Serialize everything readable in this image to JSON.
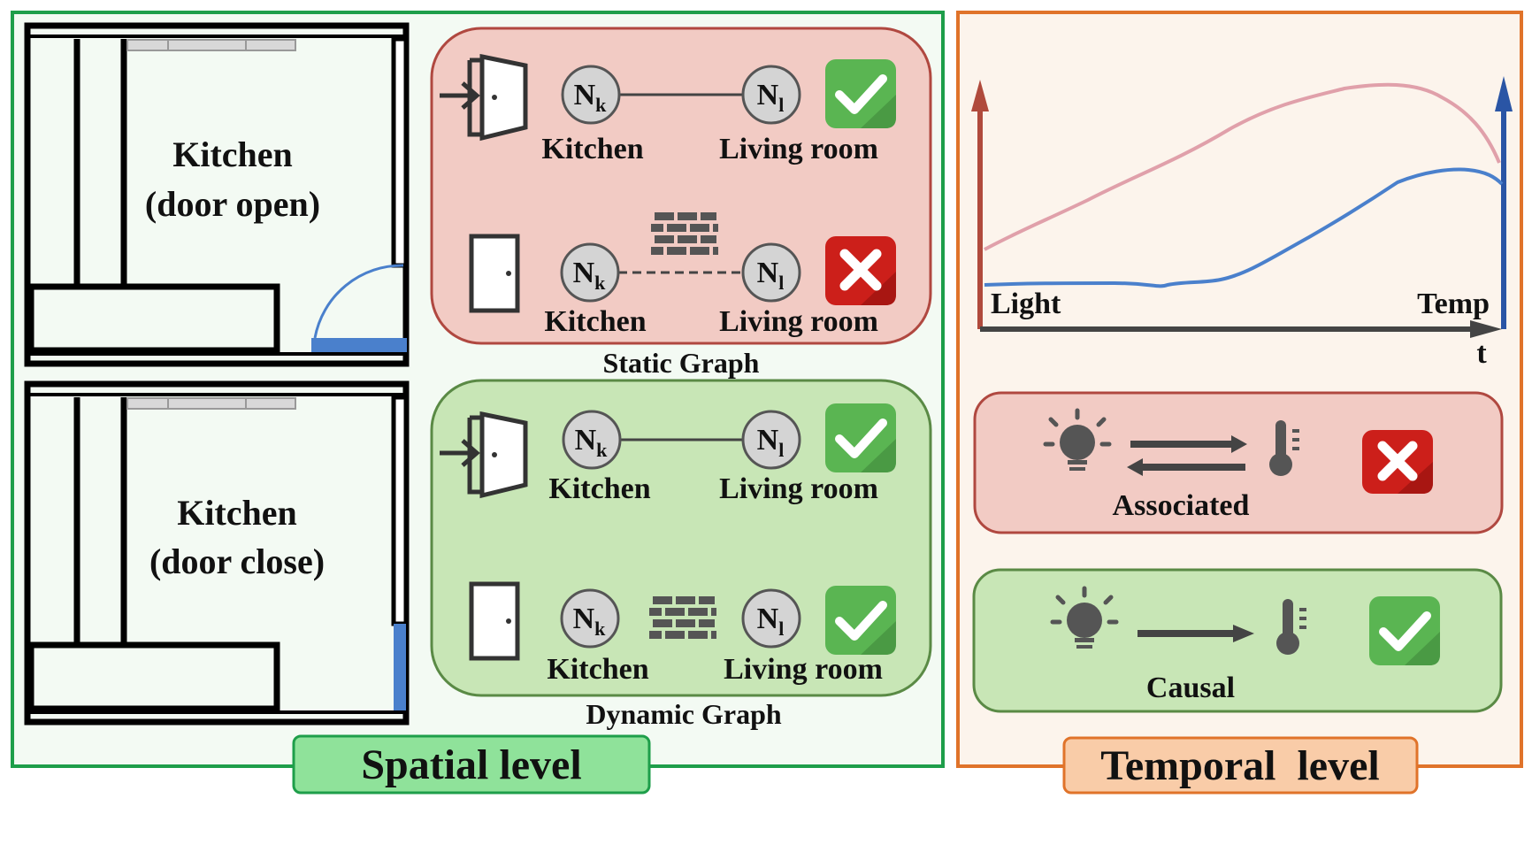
{
  "spatial": {
    "level_label": "Spatial level",
    "rooms": [
      {
        "line1": "Kitchen",
        "line2": "(door open)"
      },
      {
        "line1": "Kitchen",
        "line2": "(door close)"
      }
    ],
    "static_caption": "Static Graph",
    "dynamic_caption": "Dynamic Graph",
    "node_k": {
      "main": "N",
      "sub": "k"
    },
    "node_l": {
      "main": "N",
      "sub": "l"
    },
    "label_kitchen": "Kitchen",
    "label_living": "Living room"
  },
  "temporal": {
    "level_label": "Temporal  level",
    "chart_left_label": "Light",
    "chart_right_label": "Temp",
    "chart_x_label": "t",
    "associated_label": "Associated",
    "causal_label": "Causal"
  },
  "colors": {
    "green_border": "#1e9e4a",
    "orange_border": "#e0732a",
    "red_box": "#f2cbc4",
    "green_box": "#c8e6b6",
    "check": "#5ab552",
    "cross": "#cc1f1a",
    "light_series": "#e0a0aa",
    "temp_series": "#4a80cc"
  }
}
